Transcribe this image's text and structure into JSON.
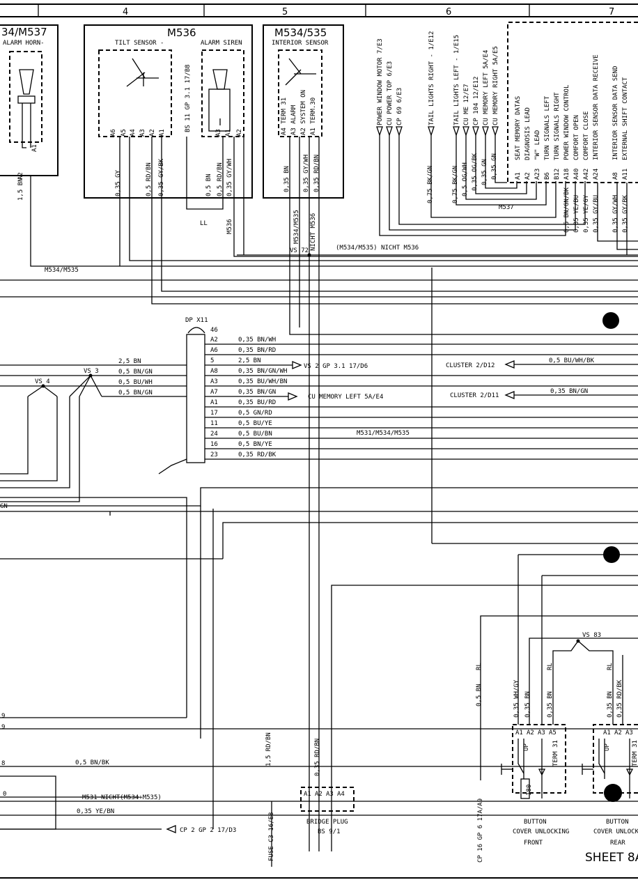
{
  "grid": {
    "columns": [
      "4",
      "5",
      "6",
      "7"
    ]
  },
  "components": {
    "m537": {
      "title": "34/M537",
      "label": "ALARM HORN-",
      "wire": "1,5 BN",
      "pin": "A2",
      "pin2": "A1"
    },
    "m536": {
      "title": "M536",
      "tilt": "TILT SENSOR -",
      "siren": "ALARM SIREN",
      "bs": "BS 11 GP 3.1 17/B8",
      "pins": [
        "A6",
        "A5",
        "A4",
        "A3",
        "A2",
        "A1",
        "A3",
        "A1",
        "A2"
      ],
      "wires": [
        "0,35 GY",
        "0,5 RD/BN",
        "0,35 GY/BK",
        "0,5 BN",
        "0,5 RD/BN",
        "0,35 GY/WH"
      ],
      "tag": "M536",
      "ll": "LL"
    },
    "m534": {
      "title": "M534/535",
      "label": "INTERIOR SENSOR",
      "pins": [
        "A4 TERM 31",
        "A3 ALARM",
        "A2 SYSTEM ON",
        "A1 TERM.30"
      ],
      "wires": [
        "0,35 BN",
        "0,35 GY/WH",
        "0,35 RD/BN"
      ],
      "tags": [
        "M534/M535",
        "NICHT M536"
      ]
    }
  },
  "right_labels": [
    "POWER WINDOW MOTOR  7/E3",
    "CU POWER TOP  6/E3",
    "CP 69  6/E3",
    "TAIL LIGHTS RIGHT - 1/E12",
    "TAIL LIGHTS LEFT - 1/E15",
    "CU ME 12/E7",
    "CP 104  12/E12",
    "CU MEMORY LEFT  5A/E4",
    "CU MEMORY RIGHT  5A/E5"
  ],
  "right_wires": [
    "0,75 BK/GN",
    "0,75 BK/GN",
    "0,5 OG/WH",
    "0,35 OG/BK",
    "0,35 GN",
    "0,35 GN"
  ],
  "right_block": {
    "items": [
      "SEAT MEMORY DATAS",
      "DIAGNOSIS LEAD",
      "\"W\" LEAD",
      "TURN SIGNALS LEFT",
      "TURN SIGNALS RIGHT",
      "POWER WINDOW CONTROL",
      "COMFORT OPEN",
      "COMFORT CLOSE",
      "INTERIOR SENSOR DATA RECEIVE",
      "INTERIOR SENSOR DATA SEND",
      "EXTERNAL SHIFT CONTACT"
    ],
    "pins": [
      "A1",
      "A2",
      "A23",
      "B6",
      "B12",
      "A18",
      "A40",
      "A42",
      "A24",
      "A8",
      "A11"
    ],
    "wires": [
      "0,5 BN/GN/BK",
      "0,35 YE/BU",
      "0,35 YE/GY",
      "0,35 GY/BU",
      "0,35 GY/WH",
      "0,35 GY/BK"
    ],
    "m537": "M537"
  },
  "bus": {
    "vs72": "VS 72",
    "m534note": "(M534/M535) NICHT M536",
    "m534m535": "M534/M535"
  },
  "dp": {
    "title": "DP X11",
    "pins": [
      "46",
      "A2",
      "A6",
      "5",
      "A8",
      "A3",
      "A7",
      "A1",
      "17",
      "11",
      "24",
      "16",
      "23"
    ],
    "wires_right": [
      "0,35 BN/WH",
      "0,35 BN/RD",
      "2,5 BN",
      "0,35 BN/GN/WH",
      "0,35 BU/WH/BN",
      "0,35 BN/GN",
      "0,35 BU/RD",
      "0,5 GN/RD",
      "0,5 BU/YE",
      "0,5 BU/BN",
      "0,5 BN/YE",
      "0,35 RD/BK"
    ],
    "wires_left": [
      "2,5 BN",
      "0,5 BN/GN",
      "0,5 BU/WH",
      "0,5 BN/GN"
    ],
    "vs3": "VS 3",
    "vs4": "VS 4",
    "vs2": "VS 2  GP 3.1 17/D6",
    "cu_mem": "CU MEMORY LEFT  5A/E4",
    "m531": "M531/M534/M535",
    "cluster1": "CLUSTER  2/D12",
    "cluster1_wire": "0,5 BU/WH/BK",
    "cluster2": "CLUSTER  2/D11",
    "cluster2_wire": "0,35 BN/GN"
  },
  "left_edge": [
    "GN",
    "9",
    "9",
    "8",
    "0"
  ],
  "lower": {
    "wire_bnbk": "0,5 BN/BK",
    "m531n": "M531 NICHT(M534+M535)",
    "wire_yebn": "0,35 YE/BN",
    "cp2": "CP 2 GP 2   17/D3",
    "fuse": "FUSE C3  16/E8",
    "fuse_wire": "1,5 RD/BN",
    "bridge_wire": "0,35 RD/BN",
    "bridge_pins": [
      "A1",
      "A2",
      "A3",
      "A4"
    ],
    "bridge": "BRIDGE PLUG",
    "bridge_bs": "BS 9/1",
    "cp16": "CP 16 GP 6   17A/A9",
    "cp16_wire": "0,5 BN",
    "rl": "RL",
    "vs83": "VS 83",
    "front_wires": [
      "0,35 WH/GY",
      "0,35 BN",
      "0,35 BN"
    ],
    "rear_wires": [
      "0,35 BN",
      "0,35 RD/BK"
    ],
    "btn_pins": [
      "A1",
      "A2",
      "A3",
      "A5"
    ],
    "up": "UP",
    "term31": "TERM 31",
    "r180": "180",
    "btn_front": [
      "BUTTON",
      "COVER UNLOCKING",
      "FRONT"
    ],
    "btn_rear": [
      "BUTTON",
      "COVER UNLOCKING",
      "REAR"
    ],
    "sheet": "SHEET 8A"
  }
}
